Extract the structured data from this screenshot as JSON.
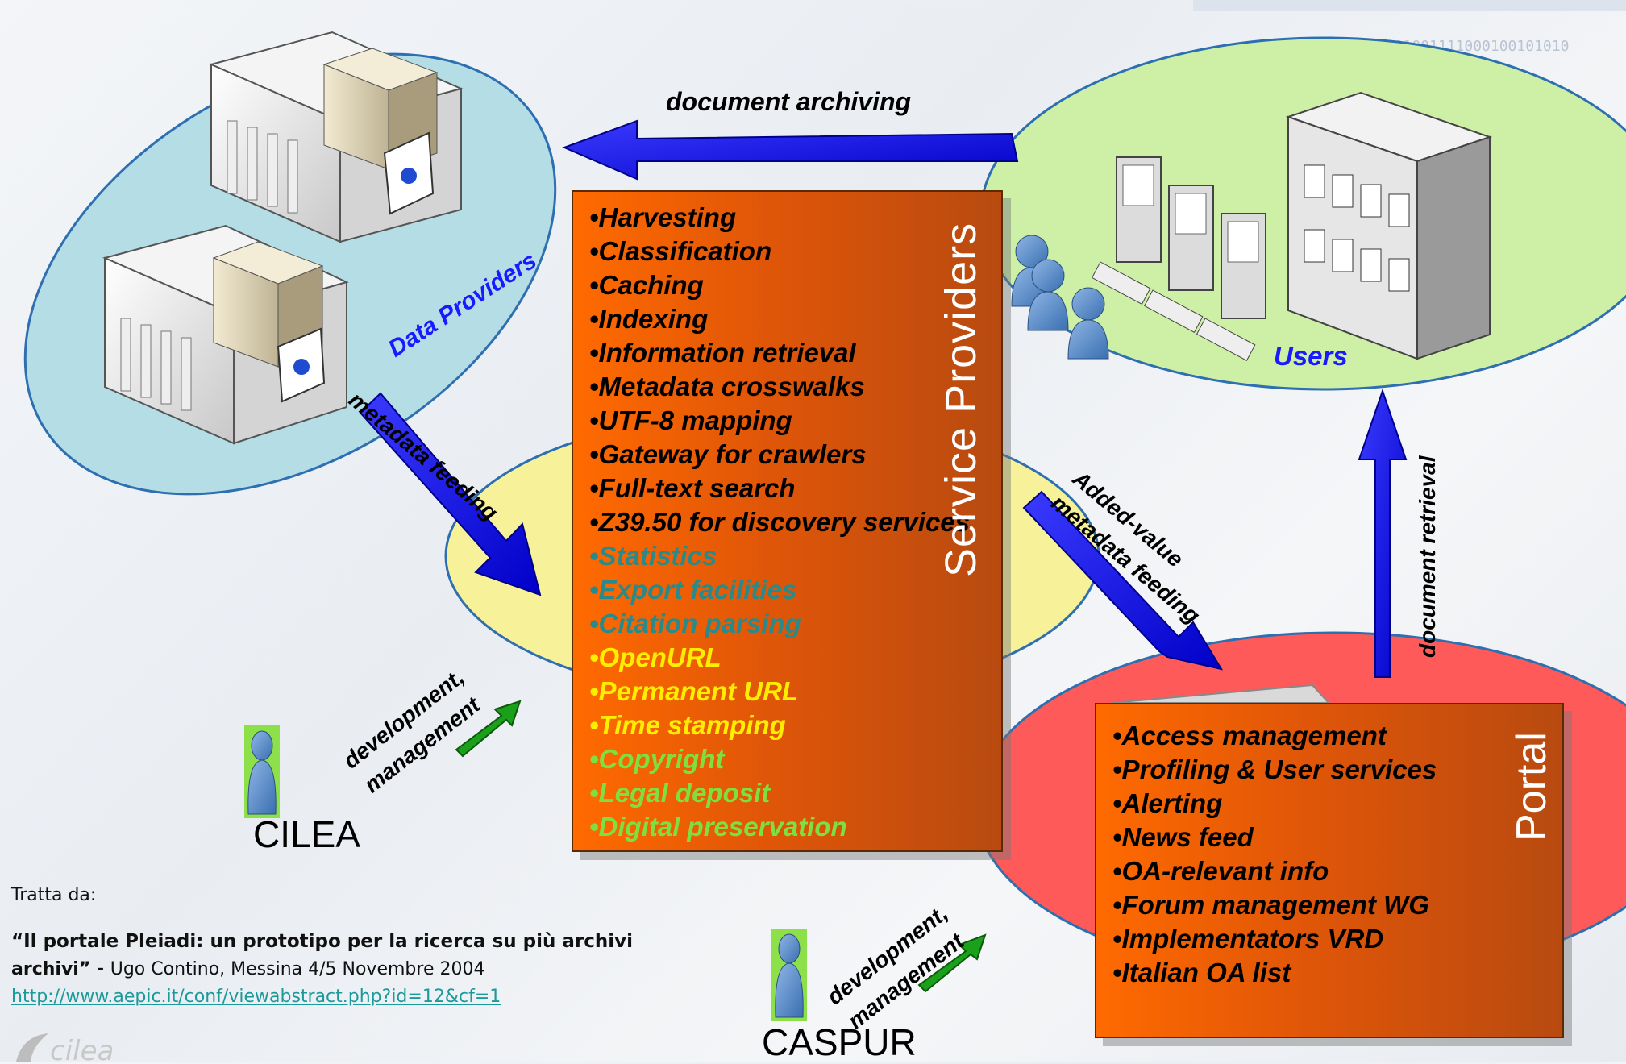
{
  "decor": {
    "binary_line": "0101001111000100101010"
  },
  "data_providers": {
    "label": "Data Providers",
    "label_color": "#1a1aff"
  },
  "users": {
    "label": "Users",
    "label_color": "#1a1aff"
  },
  "arrows": {
    "document_archiving": "document archiving",
    "metadata_feeding": "metadata feeding",
    "added_value_line1": "Added-value",
    "added_value_line2": "metadata feeding",
    "document_retrieval": "document retrieval",
    "dev_mgmt_1_line1": "development,",
    "dev_mgmt_1_line2": "management",
    "dev_mgmt_2_line1": "development,",
    "dev_mgmt_2_line2": "management"
  },
  "service_providers": {
    "title": "Service Providers",
    "items": [
      {
        "text": "•Harvesting",
        "color": "#000000"
      },
      {
        "text": "•Classification",
        "color": "#000000"
      },
      {
        "text": "•Caching",
        "color": "#000000"
      },
      {
        "text": "•Indexing",
        "color": "#000000"
      },
      {
        "text": "•Information retrieval",
        "color": "#000000"
      },
      {
        "text": "•Metadata crosswalks",
        "color": "#000000"
      },
      {
        "text": "•UTF-8 mapping",
        "color": "#000000"
      },
      {
        "text": "•Gateway for crawlers",
        "color": "#000000"
      },
      {
        "text": "•Full-text search",
        "color": "#000000"
      },
      {
        "text": "•Z39.50 for discovery services",
        "color": "#000000"
      },
      {
        "text": "•Statistics",
        "color": "#2a8a8a"
      },
      {
        "text": "•Export facilities",
        "color": "#2a8a8a"
      },
      {
        "text": "•Citation parsing",
        "color": "#2a8a8a"
      },
      {
        "text": "•OpenURL",
        "color": "#ffee00"
      },
      {
        "text": "•Permanent URL",
        "color": "#ffee00"
      },
      {
        "text": "•Time stamping",
        "color": "#ffee00"
      },
      {
        "text": "•Copyright",
        "color": "#7ee040"
      },
      {
        "text": "•Legal deposit",
        "color": "#7ee040"
      },
      {
        "text": "•Digital preservation",
        "color": "#7ee040"
      }
    ]
  },
  "portal": {
    "title": "Portal",
    "items": [
      "•Access management",
      "•Profiling & User services",
      "•Alerting",
      "•News feed",
      "•OA-relevant info",
      "•Forum management WG",
      "•Implementators VRD",
      "•Italian OA list"
    ]
  },
  "orgs": {
    "cilea": "CILEA",
    "caspur": "CASPUR"
  },
  "credit": {
    "intro": "Tratta da:",
    "title_line1": "“Il portale Pleiadi: un prototipo per la ricerca su più archivi",
    "title_line2_bold": "archivi” - ",
    "title_line2_rest": "Ugo Contino, Messina 4/5 Novembre 2004",
    "link": "http://www.aepic.it/conf/viewabstract.php?id=12&cf=1"
  },
  "logo_text": "cilea"
}
